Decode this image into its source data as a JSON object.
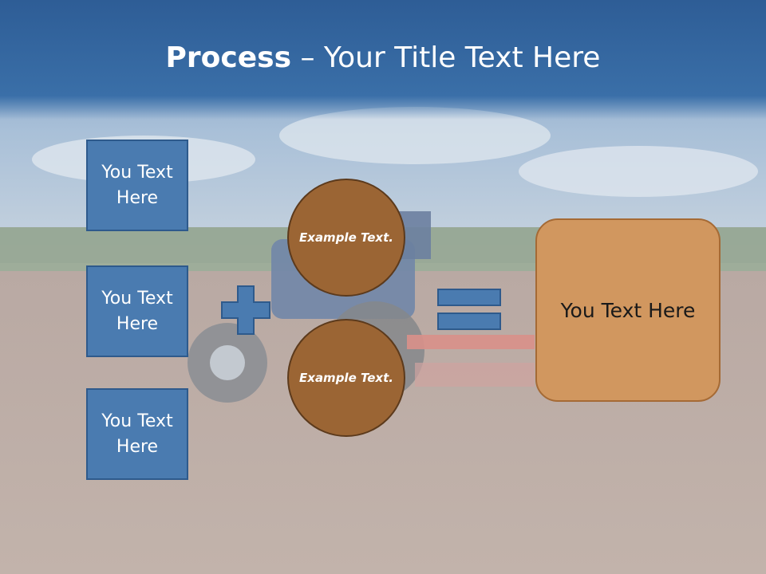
{
  "title": {
    "bold": "Process",
    "rest": " – Your Title Text Here"
  },
  "left_boxes": [
    {
      "label": "You Text Here"
    },
    {
      "label": "You Text Here"
    },
    {
      "label": "You Text Here"
    }
  ],
  "circles": [
    {
      "label": "Example Text."
    },
    {
      "label": "Example Text."
    }
  ],
  "result": {
    "label": "You Text Here"
  },
  "colors": {
    "box_fill": "#4a7bb0",
    "circle_fill": "#9b6534",
    "result_fill": "#d1975f",
    "title_bar": "#3566a0"
  }
}
